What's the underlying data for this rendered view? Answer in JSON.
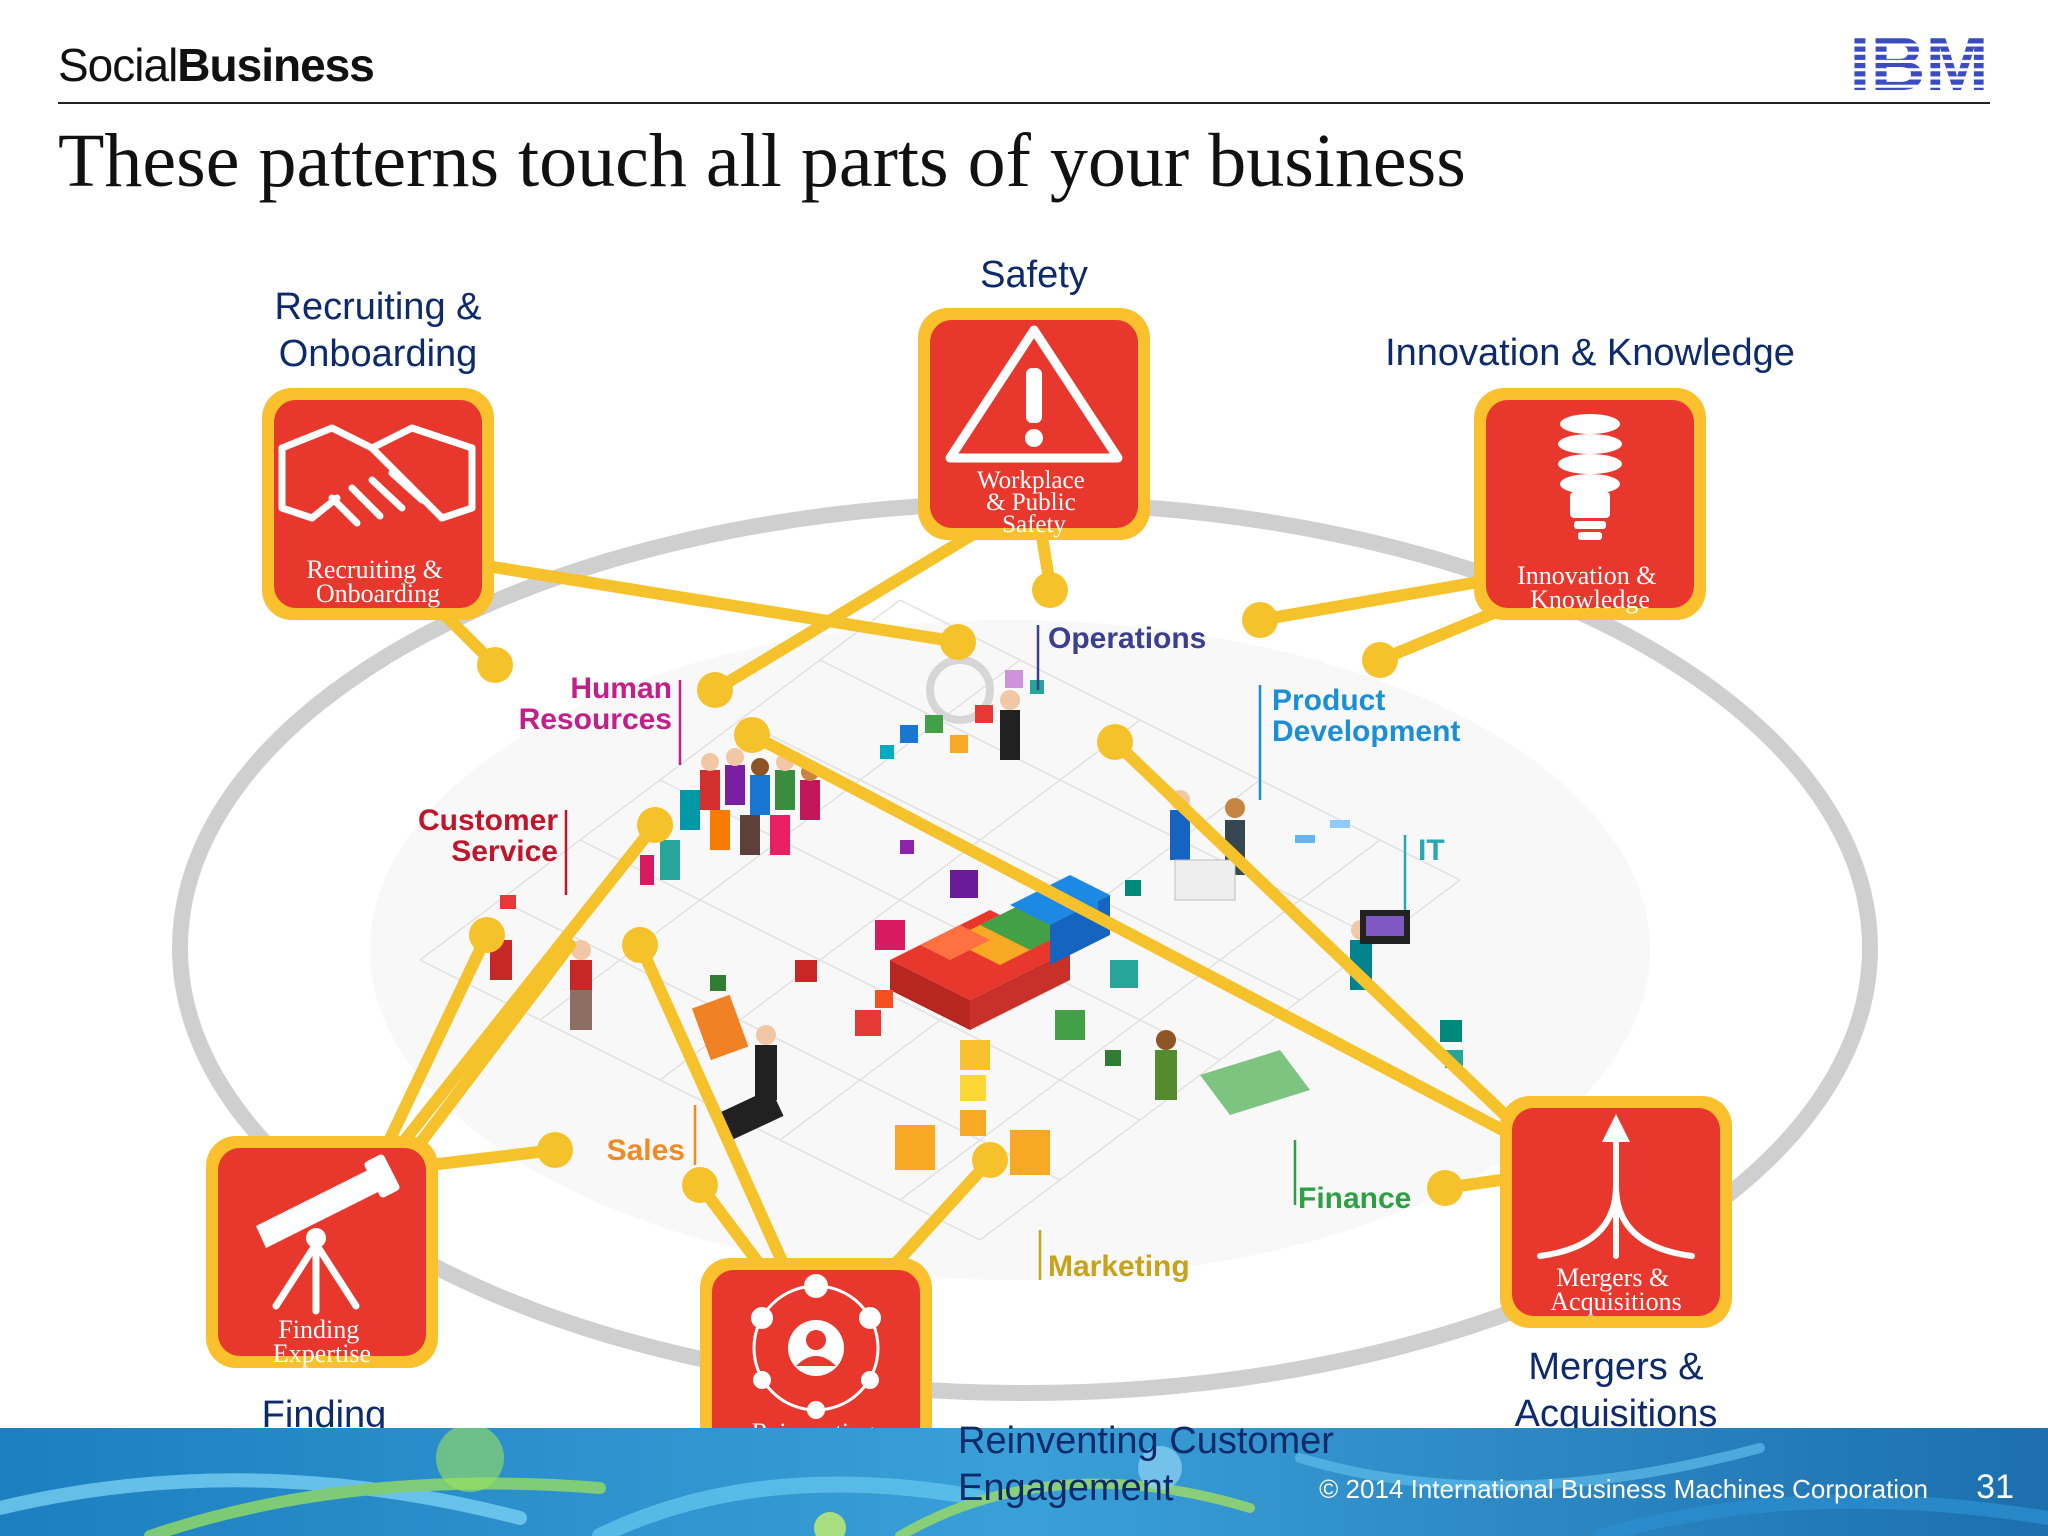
{
  "header": {
    "brand_light": "Social",
    "brand_bold": "Business",
    "logo_text": "IBM"
  },
  "title": "These patterns touch all parts of your business",
  "patterns": {
    "recruiting": {
      "label": "Recruiting &\nOnboarding",
      "tile_text": "Recruiting &\nOnboarding",
      "icon": "handshake-icon"
    },
    "safety": {
      "label": "Safety",
      "tile_text": "Workplace\n& Public\nSafety",
      "icon": "warning-triangle-icon"
    },
    "innovation": {
      "label": "Innovation & Knowledge",
      "tile_text": "Innovation &\nKnowledge",
      "icon": "lightbulb-icon"
    },
    "finding": {
      "label": "Finding\nExpertise",
      "tile_text": "Finding\nExpertise",
      "icon": "telescope-icon"
    },
    "reinventing": {
      "label": "Reinventing Customer\nEngagement",
      "tile_text": "Reinventing\nCustomer\nEngagement",
      "icon": "customer-network-icon"
    },
    "mergers": {
      "label": "Mergers &\nAcquisitions",
      "tile_text": "Mergers &\nAcquisitions",
      "icon": "merging-arrows-icon"
    }
  },
  "departments": {
    "operations": "Operations",
    "human_resources": "Human\nResources",
    "product_development": "Product\nDevelopment",
    "customer_service": "Customer\nService",
    "it": "IT",
    "sales": "Sales",
    "finance": "Finance",
    "marketing": "Marketing"
  },
  "colors": {
    "tile_red": "#e8372c",
    "tile_border": "#fbc02d",
    "connector": "#f6c22b",
    "label_navy": "#0d2a6b",
    "operations": "#3b3f8f",
    "human_resources": "#c41e8b",
    "product_development": "#1a8fd6",
    "customer_service": "#c0162c",
    "it": "#2aa7b5",
    "sales": "#f08a24",
    "finance": "#2ea043",
    "marketing": "#c7a21a"
  },
  "footer": {
    "copyright": "© 2014 International Business Machines Corporation",
    "page_number": "31"
  }
}
